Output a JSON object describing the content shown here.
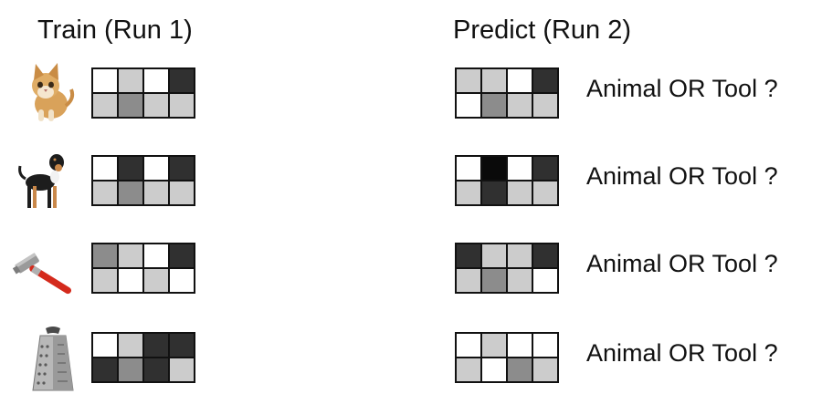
{
  "headings": {
    "train": "Train (Run 1)",
    "predict": "Predict (Run 2)"
  },
  "colors": {
    "white": "#ffffff",
    "light": "#cccccc",
    "mid": "#8c8c8c",
    "dark": "#303030",
    "black": "#0a0a0a"
  },
  "rows": [
    {
      "image": "cat-image",
      "train_pattern": [
        [
          "white",
          "light",
          "white",
          "dark"
        ],
        [
          "light",
          "mid",
          "light",
          "light"
        ]
      ],
      "predict_pattern": [
        [
          "light",
          "light",
          "white",
          "dark"
        ],
        [
          "white",
          "mid",
          "light",
          "light"
        ]
      ],
      "question": "Animal OR Tool ?"
    },
    {
      "image": "dog-image",
      "train_pattern": [
        [
          "white",
          "dark",
          "white",
          "dark"
        ],
        [
          "light",
          "mid",
          "light",
          "light"
        ]
      ],
      "predict_pattern": [
        [
          "white",
          "black",
          "white",
          "dark"
        ],
        [
          "light",
          "dark",
          "light",
          "light"
        ]
      ],
      "question": "Animal OR Tool ?"
    },
    {
      "image": "hammer-image",
      "train_pattern": [
        [
          "mid",
          "light",
          "white",
          "dark"
        ],
        [
          "light",
          "white",
          "light",
          "white"
        ]
      ],
      "predict_pattern": [
        [
          "dark",
          "light",
          "light",
          "dark"
        ],
        [
          "light",
          "mid",
          "light",
          "white"
        ]
      ],
      "question": "Animal OR Tool ?"
    },
    {
      "image": "grater-image",
      "train_pattern": [
        [
          "white",
          "light",
          "dark",
          "dark"
        ],
        [
          "dark",
          "mid",
          "dark",
          "light"
        ]
      ],
      "predict_pattern": [
        [
          "white",
          "light",
          "white",
          "white"
        ],
        [
          "light",
          "white",
          "mid",
          "light"
        ]
      ],
      "question": "Animal OR Tool ?"
    }
  ]
}
